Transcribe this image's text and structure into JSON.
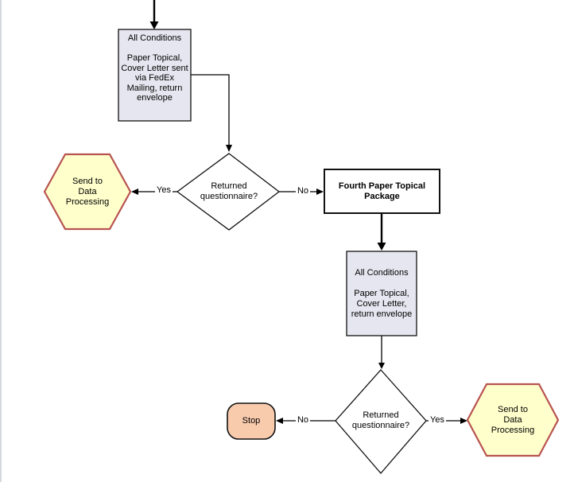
{
  "colors": {
    "lavender_fill": "#e6e6f0",
    "process_fill": "#ffffff",
    "hexagon_fill": "#ffffcc",
    "hexagon_border": "#b85450",
    "stop_fill": "#f8cbad",
    "node_border": "#111111",
    "line_color": "#000000",
    "page_edge": "#d6d9de"
  },
  "nodes": {
    "mailing_package_1": {
      "text": "All Conditions\n\nPaper Topical,\nCover Letter sent\nvia FedEx\nMailing, return\nenvelope"
    },
    "decision_1": {
      "text": "Returned\nquestionnaire?"
    },
    "send_to_data_processing_1": {
      "text": "Send to\nData\nProcessing"
    },
    "fourth_package": {
      "text": "Fourth Paper Topical\nPackage"
    },
    "mailing_package_2": {
      "text": "All Conditions\n\nPaper Topical,\nCover Letter,\nreturn envelope"
    },
    "decision_2": {
      "text": "Returned\nquestionnaire?"
    },
    "stop": {
      "text": "Stop"
    },
    "send_to_data_processing_2": {
      "text": "Send to\nData\nProcessing"
    }
  },
  "edges": {
    "yes_1": {
      "label": "Yes"
    },
    "no_1": {
      "label": "No"
    },
    "no_2": {
      "label": "No"
    },
    "yes_2": {
      "label": "Yes"
    }
  }
}
